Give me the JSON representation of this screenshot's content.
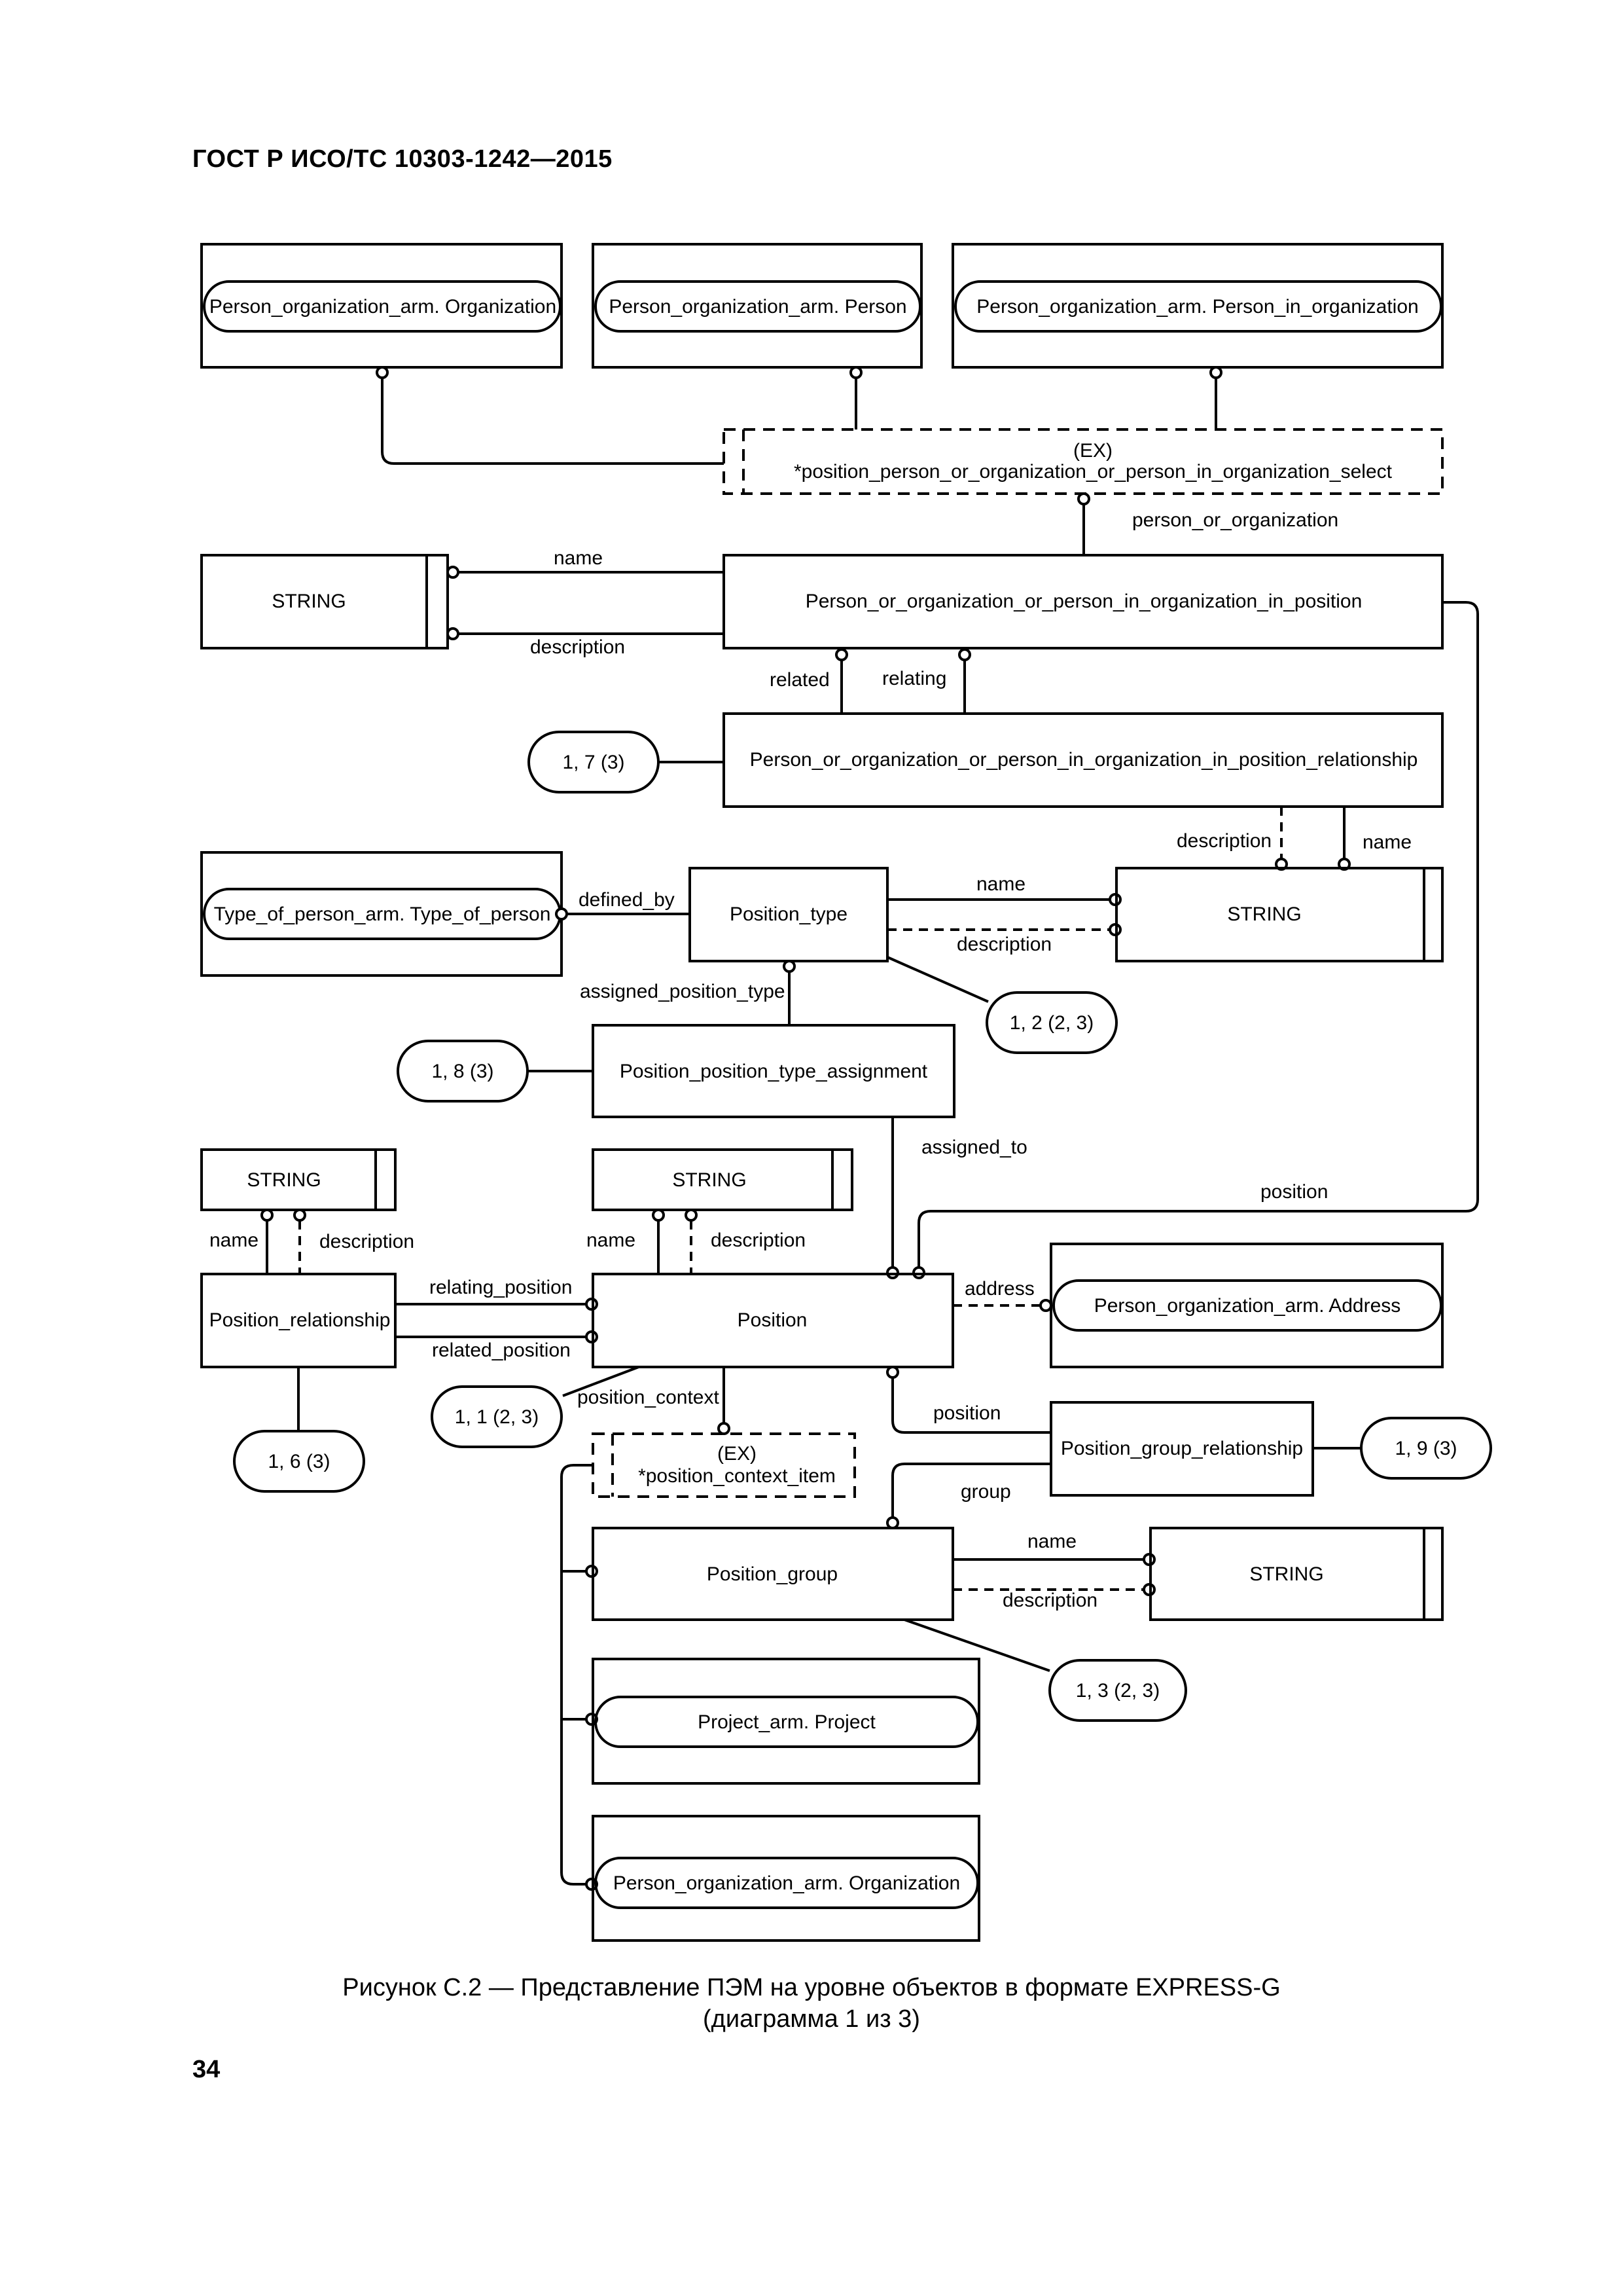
{
  "header": "ГОСТ Р ИСО/ТС 10303-1242—2015",
  "boxes": {
    "po_org_top": "Person_organization_arm. Organization",
    "po_person": "Person_organization_arm. Person",
    "po_person_in_org": "Person_organization_arm. Person_in_organization",
    "select_line1": "(EX)",
    "select_line2": "*position_person_or_organization_or_person_in_organization_select",
    "string_1": "STRING",
    "popio_in_position": "Person_or_organization_or_person_in_organization_in_position",
    "ref_1_7": "1, 7 (3)",
    "popio_relationship": "Person_or_organization_or_person_in_organization_in_position_relationship",
    "type_of_person": "Type_of_person_arm. Type_of_person",
    "position_type": "Position_type",
    "string_2": "STRING",
    "ref_1_2": "1, 2 (2, 3)",
    "ref_1_8": "1, 8 (3)",
    "ppta": "Position_position_type_assignment",
    "string_3": "STRING",
    "string_4": "STRING",
    "position_relationship": "Position_relationship",
    "position": "Position",
    "address": "Person_organization_arm. Address",
    "ref_1_1": "1, 1 (2, 3)",
    "ref_1_6": "1, 6 (3)",
    "ctx_line1": "(EX)",
    "ctx_line2": "*position_context_item",
    "position_group_relationship": "Position_group_relationship",
    "ref_1_9": "1, 9 (3)",
    "position_group": "Position_group",
    "string_5": "STRING",
    "ref_1_3": "1, 3 (2, 3)",
    "project": "Project_arm. Project",
    "po_org_bottom": "Person_organization_arm. Organization"
  },
  "labels": {
    "person_or_organization": "person_or_organization",
    "name_1": "name",
    "description_1": "description",
    "related": "related",
    "relating": "relating",
    "description_2": "description",
    "name_2": "name",
    "defined_by": "defined_by",
    "name_3": "name",
    "description_3": "description",
    "assigned_position_type": "assigned_position_type",
    "assigned_to": "assigned_to",
    "position_attr": "position",
    "name_4": "name",
    "description_4": "description",
    "name_5": "name",
    "description_5": "description",
    "relating_position": "relating_position",
    "related_position": "related_position",
    "address_attr": "address",
    "position_context": "position_context",
    "position_attr_2": "position",
    "group": "group",
    "name_6": "name",
    "description_6": "description"
  },
  "caption": {
    "line1": "Рисунок С.2 — Представление ПЭМ на уровне объектов в формате EXPRESS-G",
    "line2": "(диаграмма 1 из 3)"
  },
  "page_number": "34"
}
